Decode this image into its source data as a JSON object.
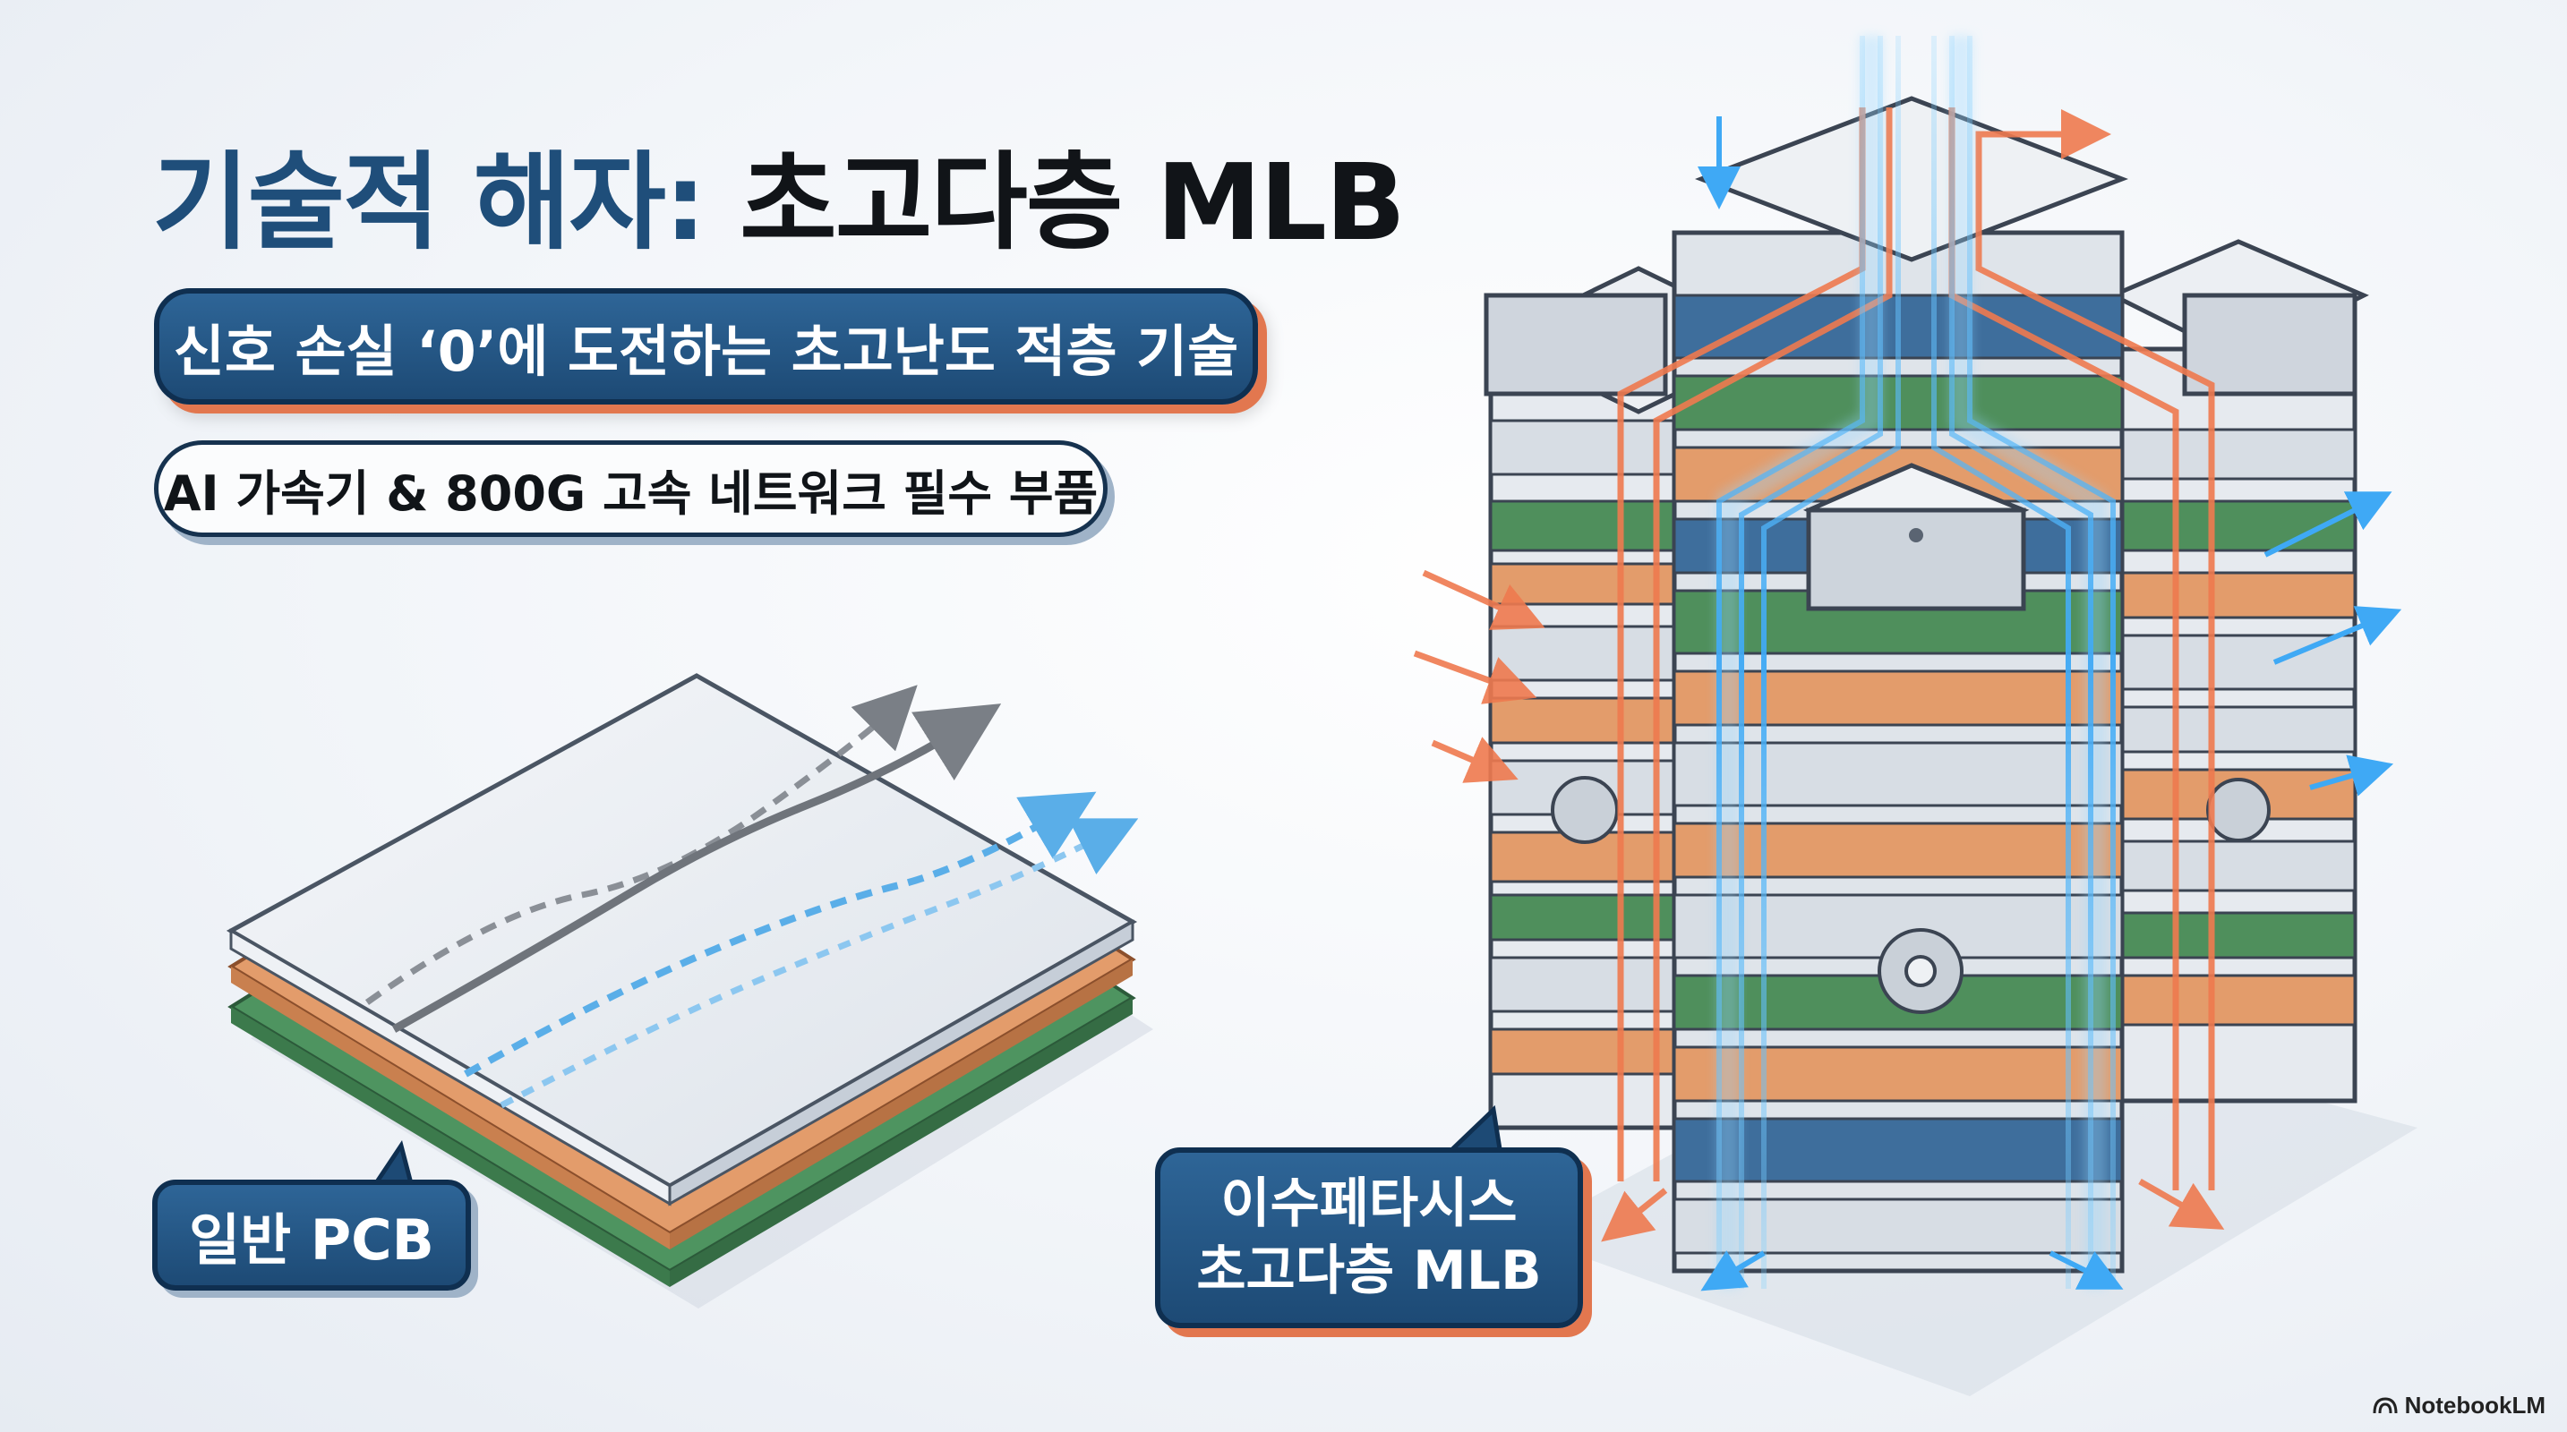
{
  "title": {
    "part1": "기술적 해자:",
    "part2": "초고다층 MLB"
  },
  "subtitle_primary": "신호 손실 ‘0’에 도전하는 초고난도 적층 기술",
  "subtitle_secondary": "AI 가속기 & 800G 고속 네트워크 필수 부품",
  "labels": {
    "pcb": "일반 PCB",
    "mlb_line1": "이수페타시스",
    "mlb_line2": "초고다층 MLB"
  },
  "watermark": "NotebookLM",
  "icons": [
    "notebooklm-logo-icon",
    "gear-icon",
    "arrow-icon"
  ],
  "colors": {
    "navy": "#1f4e7a",
    "orange": "#e2774f",
    "green": "#4f8f5c",
    "blue_glow": "#3fa9f5",
    "gray": "#d8dee6"
  }
}
